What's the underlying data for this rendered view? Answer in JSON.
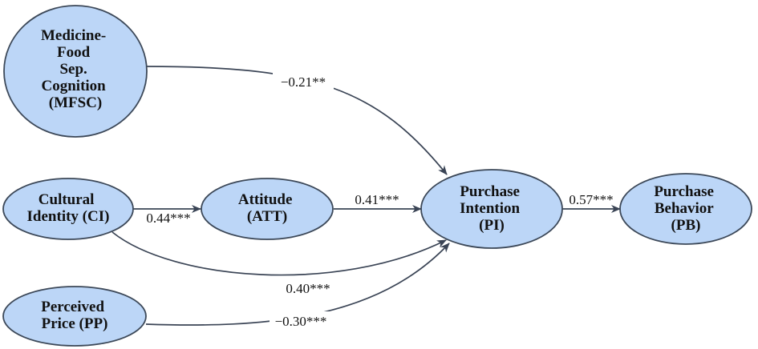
{
  "nodes": [
    {
      "id": "MFSC",
      "lines": [
        "Medicine-",
        "Food",
        "Sep.",
        "Cognition",
        "(MFSC)"
      ]
    },
    {
      "id": "CI",
      "lines": [
        "Cultural",
        "Identity (CI)"
      ]
    },
    {
      "id": "ATT",
      "lines": [
        "Attitude",
        "(ATT)"
      ]
    },
    {
      "id": "PI",
      "lines": [
        "Purchase",
        "Intention",
        "(PI)"
      ]
    },
    {
      "id": "PB",
      "lines": [
        "Purchase",
        "Behavior",
        "(PB)"
      ]
    },
    {
      "id": "PP",
      "lines": [
        "Perceived",
        "Price (PP)"
      ]
    }
  ],
  "edges": [
    {
      "from": "MFSC",
      "to": "PI",
      "label": "−0.21**"
    },
    {
      "from": "CI",
      "to": "ATT",
      "label": "0.44***"
    },
    {
      "from": "ATT",
      "to": "PI",
      "label": "0.41***"
    },
    {
      "from": "PI",
      "to": "PB",
      "label": "0.57***"
    },
    {
      "from": "CI",
      "to": "PI",
      "label": "0.40***"
    },
    {
      "from": "PP",
      "to": "PI",
      "label": "−0.30***"
    }
  ],
  "colors": {
    "node_fill": "#bcd6f7",
    "node_stroke": "#3c4858",
    "edge": "#3a4455"
  }
}
